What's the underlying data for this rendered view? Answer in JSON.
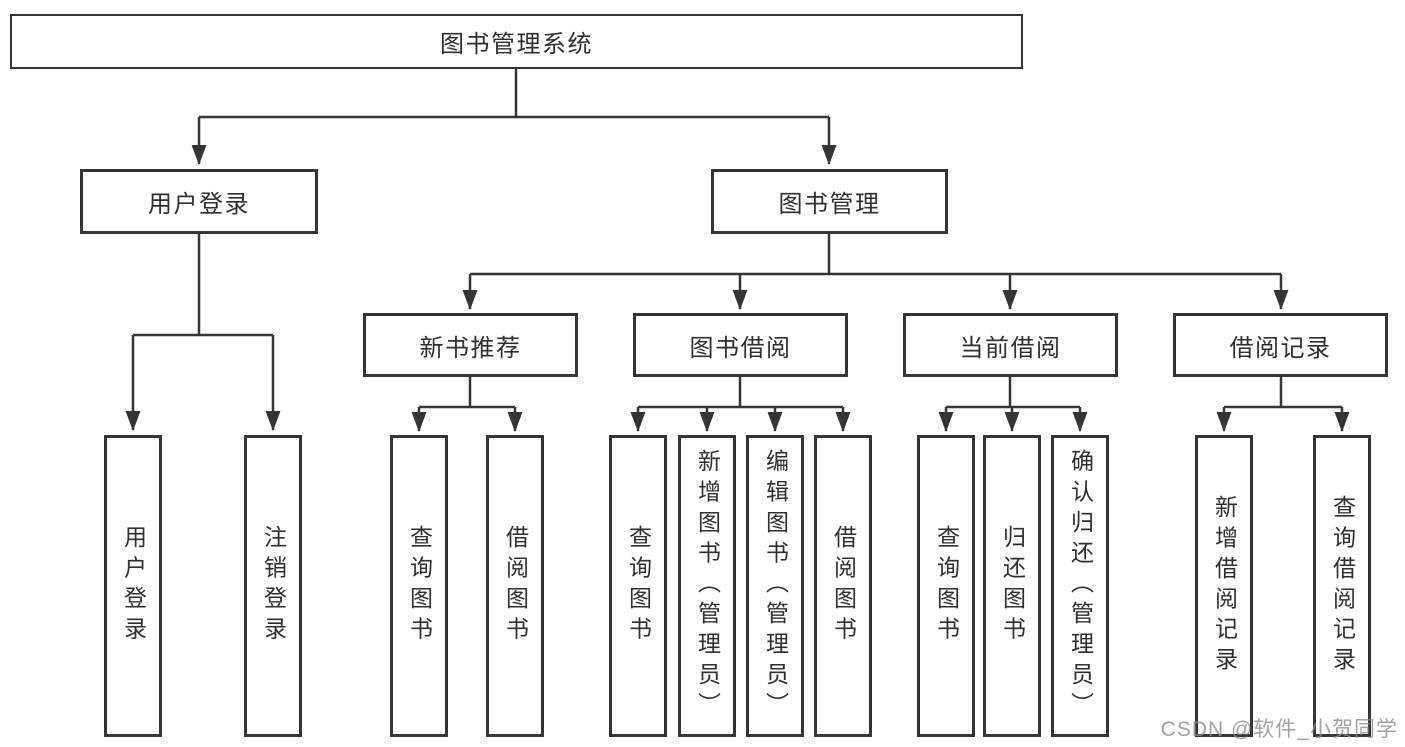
{
  "diagram": {
    "root": "图书管理系统",
    "branches": [
      {
        "label": "用户登录",
        "children": [
          "用户登录",
          "注销登录"
        ]
      },
      {
        "label": "图书管理",
        "groups": [
          {
            "label": "新书推荐",
            "children": [
              "查询图书",
              "借阅图书"
            ]
          },
          {
            "label": "图书借阅",
            "children": [
              "查询图书",
              "新增图书（管理员）",
              "编辑图书（管理员）",
              "借阅图书"
            ]
          },
          {
            "label": "当前借阅",
            "children": [
              "查询图书",
              "归还图书",
              "确认归还（管理员）"
            ]
          },
          {
            "label": "借阅记录",
            "children": [
              "新增借阅记录",
              "查询借阅记录"
            ]
          }
        ]
      }
    ]
  },
  "watermark": {
    "text": "CSDN @软件_小贺同学",
    "color": "#8c8c8c"
  },
  "colors": {
    "line": "#353535",
    "box_border": "#353535",
    "text": "#2f2f2f",
    "background": "#ffffff"
  }
}
